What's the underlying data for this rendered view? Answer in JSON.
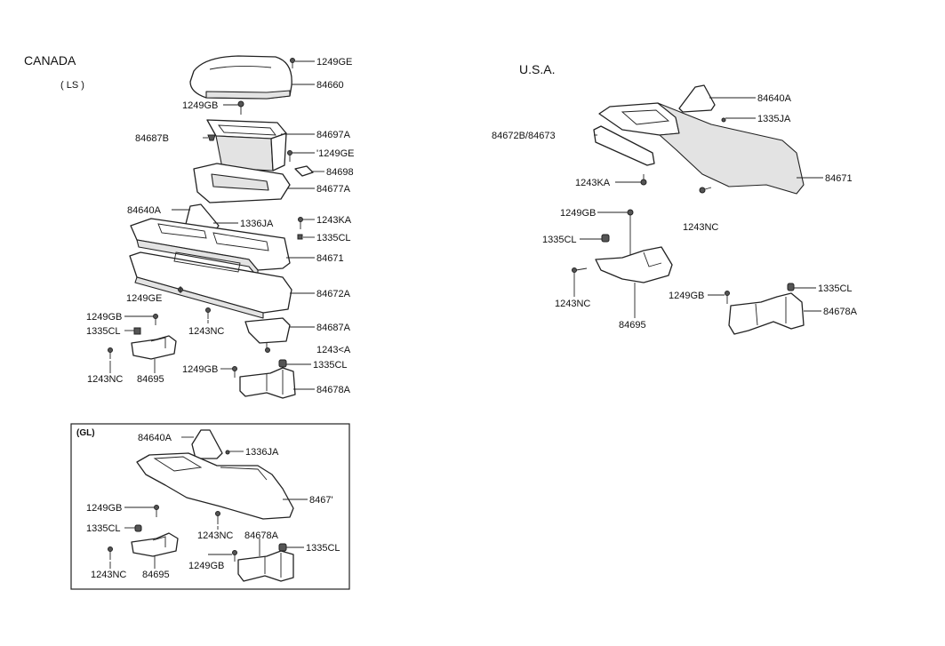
{
  "regions": {
    "canada": "CANADA",
    "canada_trim": "( LS )",
    "usa": "U.S.A.",
    "gl_trim": "(GL)"
  },
  "labels": {
    "c_1249GE_top": "1249GE",
    "c_84660": "84660",
    "c_1249GB_top": "1249GB",
    "c_84697A": "84697A",
    "c_84687B": "84687B",
    "c_1249GE_mid": "'1249GE",
    "c_84698": "84698",
    "c_84677A": "84677A",
    "c_84640A": "84640A",
    "c_1336JA": "1336JA",
    "c_1243KA_top": "1243KA",
    "c_1335CL_top": "1335CL",
    "c_84671": "84671",
    "c_1249GE_low": "1249GE",
    "c_84672A": "84672A",
    "c_1249GB_mid": "1249GB",
    "c_1335CL_mid": "1335CL",
    "c_1243NC_mid": "1243NC",
    "c_84687A": "84687A",
    "c_1243KA_low": "1243<A",
    "c_1243NC_low": "1243NC",
    "c_84695": "84695",
    "c_1249GB_low": "1249GB",
    "c_1335CL_low": "1335CL",
    "c_84678A": "84678A",
    "u_84640A": "84640A",
    "u_1335JA": "1335JA",
    "u_84672B_84673": "84672B/84673",
    "u_84671": "84671",
    "u_1243KA": "1243KA",
    "u_1249GB_a": "1249GB",
    "u_1243NC_a": "1243NC",
    "u_1335CL_a": "1335CL",
    "u_1243NC_b": "1243NC",
    "u_84695": "84695",
    "u_1249GB_b": "1249GB",
    "u_1335CL_b": "1335CL",
    "u_84678A": "84678A",
    "g_84640A": "84640A",
    "g_1336JA": "1336JA",
    "g_84671": "8467'",
    "g_1249GB_a": "1249GB",
    "g_1335CL_a": "1335CL",
    "g_1243NC_a": "1243NC",
    "g_84678A": "84678A",
    "g_1335CL_b": "1335CL",
    "g_1243NC_b": "1243NC",
    "g_84695": "84695",
    "g_1249GB_b": "1249GB"
  }
}
